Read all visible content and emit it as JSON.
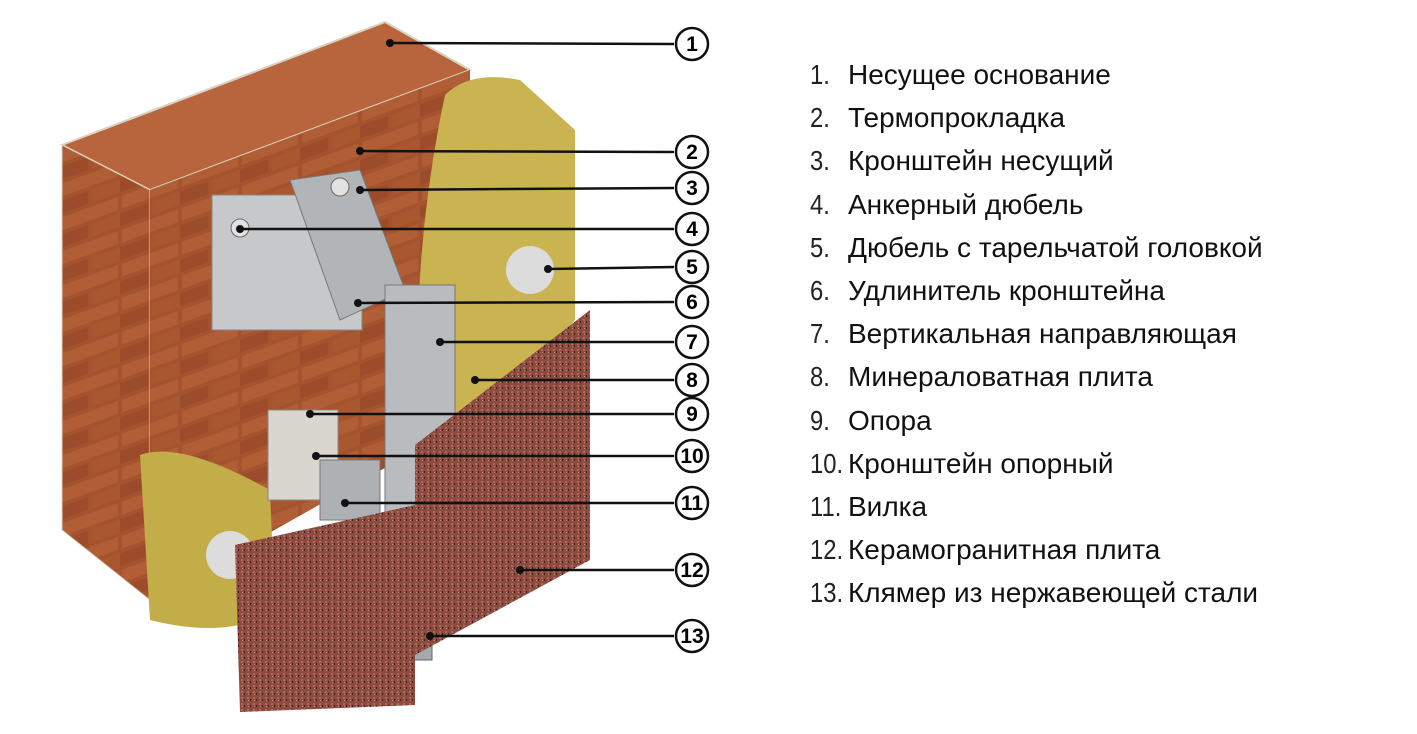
{
  "legend": {
    "items": [
      {
        "number": "1.",
        "label": "Несущее основание"
      },
      {
        "number": "2.",
        "label": "Термопрокладка"
      },
      {
        "number": "3.",
        "label": "Кронштейн несущий"
      },
      {
        "number": "4.",
        "label": "Анкерный дюбель"
      },
      {
        "number": "5.",
        "label": "Дюбель с тарельчатой головкой"
      },
      {
        "number": "6.",
        "label": "Удлинитель кронштейна"
      },
      {
        "number": "7.",
        "label": "Вертикальная направляющая"
      },
      {
        "number": "8.",
        "label": "Минераловатная плита"
      },
      {
        "number": "9.",
        "label": "Опора"
      },
      {
        "number": "10.",
        "label": "Кронштейн опорный"
      },
      {
        "number": "11.",
        "label": "Вилка"
      },
      {
        "number": "12.",
        "label": "Керамогранитная плита"
      },
      {
        "number": "13.",
        "label": "Клямер из нержавеющей стали"
      }
    ]
  },
  "callouts": [
    "1",
    "2",
    "3",
    "4",
    "5",
    "6",
    "7",
    "8",
    "9",
    "10",
    "11",
    "12",
    "13"
  ],
  "colors": {
    "brick": "#a5532f",
    "mortar": "#d9d2c0",
    "insulation": "#c9b451",
    "metal": "#b9bcbf",
    "granite": "#8d4a3f"
  }
}
